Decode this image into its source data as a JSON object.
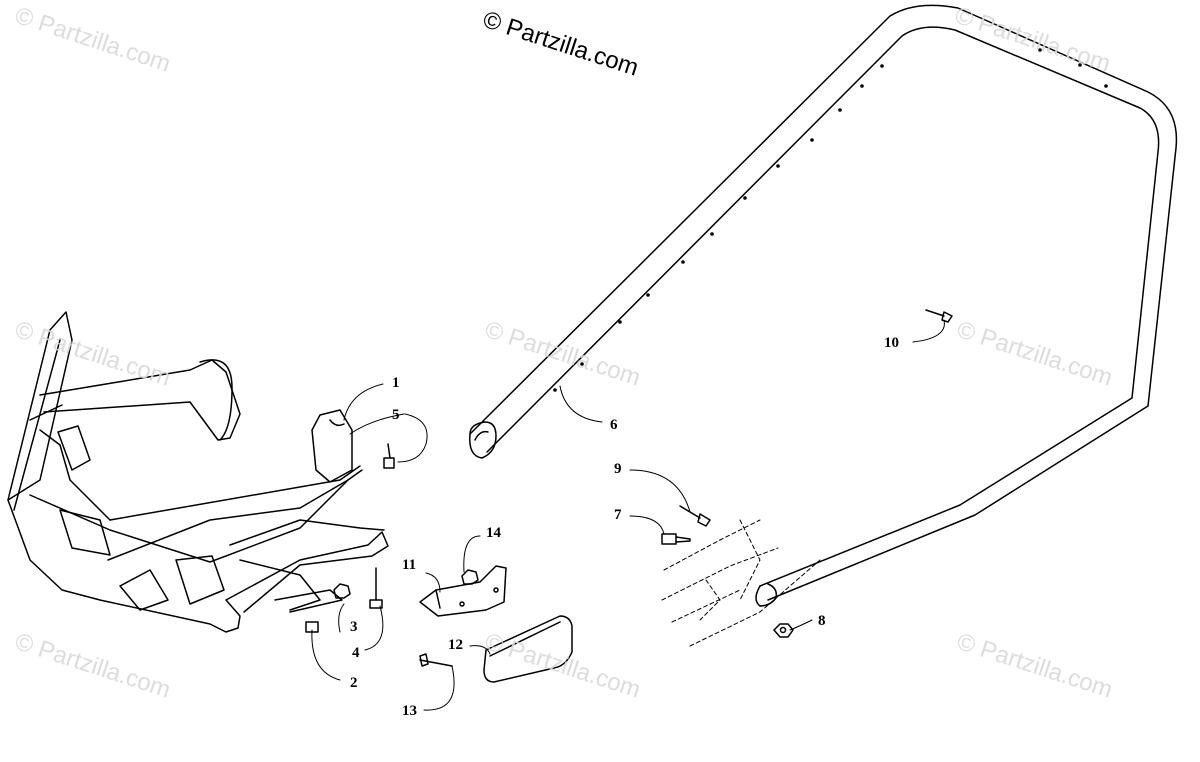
{
  "copyright": "© Partzilla.com",
  "watermark_text": "© Partzilla.com",
  "colors": {
    "line": "#000000",
    "watermark": "#d9d9d9",
    "background": "#ffffff"
  },
  "callouts": [
    "1",
    "2",
    "3",
    "4",
    "5",
    "6",
    "7",
    "8",
    "9",
    "10",
    "11",
    "12",
    "13",
    "14"
  ]
}
